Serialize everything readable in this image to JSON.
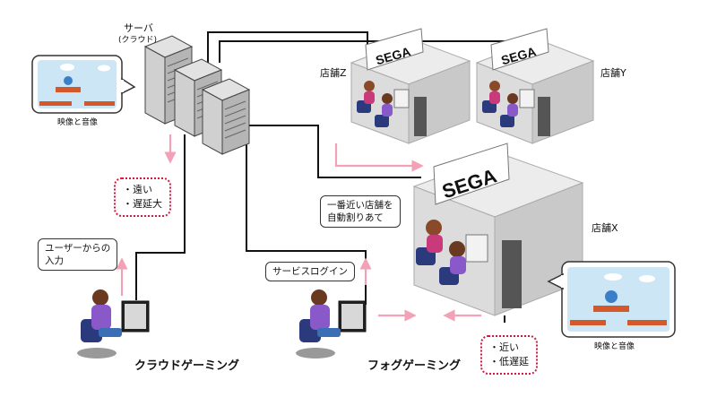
{
  "labels": {
    "server": "サーバ",
    "server_sub": "(クラウド)",
    "store_z": "店舗Z",
    "store_y": "店舗Y",
    "store_x": "店舗X",
    "video_audio_left": "映像と音像",
    "video_audio_right": "映像と音像",
    "cloud_gaming": "クラウドゲーミング",
    "fog_gaming": "フォグゲーミング"
  },
  "signs": {
    "store_z": "SEGA",
    "store_y": "SEGA",
    "store_x": "SEGA"
  },
  "callouts": {
    "user_input": [
      "ユーザーからの",
      "入力"
    ],
    "service_login": "サービスログイン",
    "nearest_store": [
      "一番近い店舗を",
      "自動割りあて"
    ]
  },
  "notes": {
    "cloud": [
      "・遠い",
      "・遅延大"
    ],
    "fog": [
      "・近い",
      "・低遅延"
    ]
  },
  "colors": {
    "line": "#111111",
    "arrow": "#f3a1b6",
    "note_border": "#d8163b",
    "brick": "#d4582a",
    "sky": "#cde6f5",
    "player_shirt": "#8a59c9",
    "chair": "#2b3a7c",
    "server_gray": "#c9c9c9"
  }
}
